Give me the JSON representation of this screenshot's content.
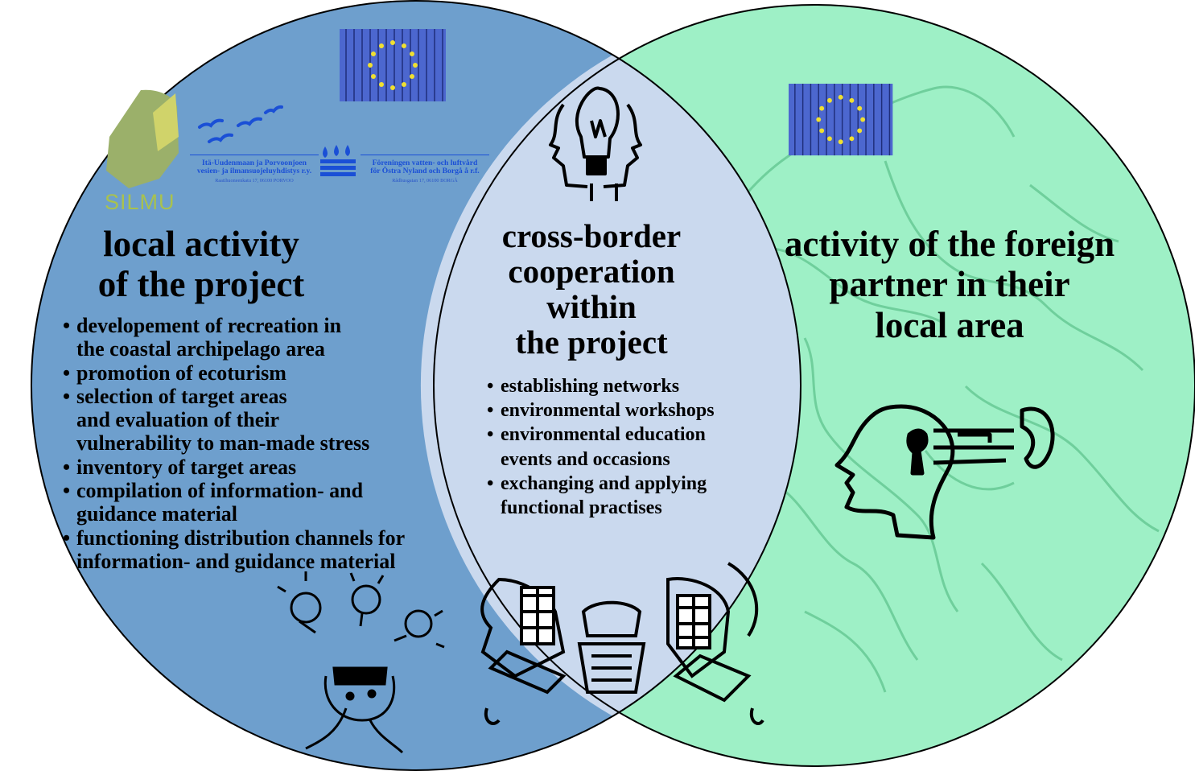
{
  "colors": {
    "left_circle": "#6e9fcd",
    "right_circle": "#9ef0c6",
    "overlap": "#cad9ee",
    "outline": "#000000",
    "logo_green": "#9bb06a",
    "logo_blue": "#1a4fd6",
    "eu_flag": "#4c67cf",
    "eu_stars": "#f0e030"
  },
  "left": {
    "heading_1": "local activity",
    "heading_2": "of the project",
    "items": [
      "developement of recreation in",
      "the coastal archipelago area",
      "promotion of ecoturism",
      "selection of target areas",
      "and evaluation of their",
      "vulnerability to man-made stress",
      "inventory of target areas",
      "compilation of information- and",
      "guidance material",
      "functioning distribution channels for",
      "information- and guidance material"
    ]
  },
  "center": {
    "heading_1": "cross-border",
    "heading_2": "cooperation",
    "heading_3": "within",
    "heading_4": "the project",
    "items": [
      "establishing networks",
      "environmental workshops",
      "environmental education",
      "events and occasions",
      "exchanging and applying",
      "functional practises"
    ]
  },
  "right": {
    "heading_1": "activity of the foreign",
    "heading_2": "partner in their",
    "heading_3": "local area"
  },
  "logos": {
    "silmu": "SILMU",
    "org_fi_line1": "Itä-Uudenmaan ja Porvoonjoen",
    "org_fi_line2": "vesien- ja ilmansuojeluyhdistys r.y.",
    "org_fi_address": "Raatihuoneenkatu 17, 06100 PORVOO",
    "org_sv_line1": "Föreningen vatten- och luftvård",
    "org_sv_line2": "för Östra Nyland och Borgå å r.f.",
    "org_sv_address": "Rådhusgatan 17, 06100 BORGÅ"
  },
  "icons": [
    "eu-flag-icon",
    "silmu-sprout-icon",
    "birds-icon",
    "water-drops-icon",
    "thinking-faces-lightbulb-icon",
    "listening-head-icon",
    "idea-lightbulbs-person-icon",
    "computer-telephone-communication-icon",
    "europe-map-background"
  ]
}
